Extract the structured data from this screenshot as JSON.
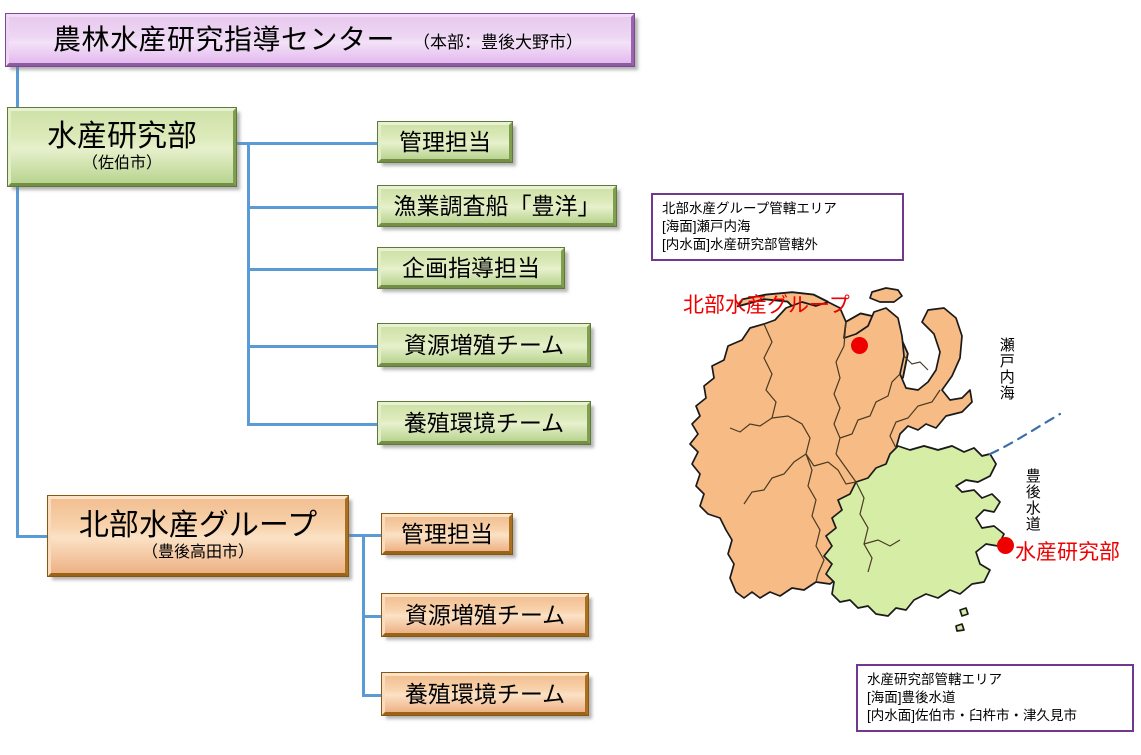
{
  "header": {
    "title": "農林水産研究指導センター",
    "location": "（本部：豊後大野市）"
  },
  "org": {
    "divisions": [
      {
        "id": "suisan",
        "name": "水産研究部",
        "location": "（佐伯市）",
        "color": "#cfe2a8",
        "children": [
          "管理担当",
          "漁業調査船「豊洋」",
          "企画指導担当",
          "資源増殖チーム",
          "養殖環境チーム"
        ]
      },
      {
        "id": "hokubu",
        "name": "北部水産グループ",
        "location": "（豊後高田市）",
        "color": "#f2bf92",
        "children": [
          "管理担当",
          "資源増殖チーム",
          "養殖環境チーム"
        ]
      }
    ]
  },
  "map": {
    "legends": [
      {
        "id": "hokubu-area",
        "title": "北部水産グループ管轄エリア",
        "line1": "[海面]瀬戸内海",
        "line2": "[内水面]水産研究部管轄外"
      },
      {
        "id": "suisan-area",
        "title": "水産研究部管轄エリア",
        "line1": "[海面]豊後水道",
        "line2": "[内水面]佐伯市・臼杵市・津久見市"
      }
    ],
    "markers": [
      {
        "id": "hokubu-marker",
        "label": "北部水産グループ",
        "color": "#ee0000"
      },
      {
        "id": "suisan-marker",
        "label": "水産研究部",
        "color": "#ee0000"
      }
    ],
    "sea_labels": [
      {
        "id": "setonaikai",
        "text": "瀬戸内海"
      },
      {
        "id": "bungosuido",
        "text": "豊後水道"
      }
    ],
    "colors": {
      "north_area": "#f7bb86",
      "south_area": "#d5eda5",
      "border": "#1a1a1a",
      "dashed_line": "#3c6fa8"
    }
  }
}
